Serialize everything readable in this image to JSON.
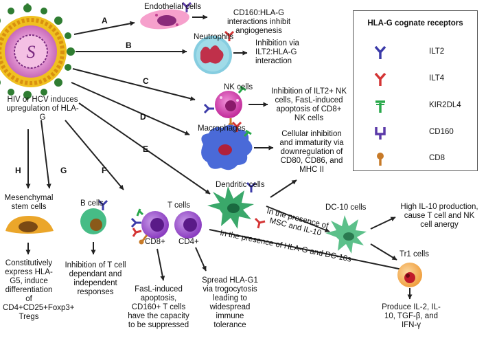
{
  "source": {
    "label": "HIV or HCV induces upregulation of HLA-G",
    "virus_core_letter": "S"
  },
  "pathways": [
    {
      "letter": "A",
      "cell": "Endothelial cells",
      "outcome": "CD160:HLA-G interactions inhibit angiogenesis"
    },
    {
      "letter": "B",
      "cell": "Neutrophils",
      "outcome": "Inhibition via ILT2:HLA-G interaction"
    },
    {
      "letter": "C",
      "cell": "NK cells",
      "outcome": "Inhibition of ILT2+ NK cells, FasL-induced apoptosis of CD8+ NK cells"
    },
    {
      "letter": "D",
      "cell": "Macrophages",
      "outcome": "Cellular inhibition and immaturity via downregulation of CD80, CD86, and MHC II"
    },
    {
      "letter": "E",
      "cell": "Dendritic cells"
    },
    {
      "letter": "F",
      "cell": "T cells",
      "subsets": [
        "CD8+",
        "CD4+"
      ]
    },
    {
      "letter": "G",
      "cell": "B cells",
      "outcome": "Inhibition of T cell dependant and independent responses"
    },
    {
      "letter": "H",
      "cell": "Mesenchymal stem cells",
      "outcome": "Constitutively express HLA-G5, induce differentiation of CD4+CD25+Foxp3+ Tregs"
    }
  ],
  "tcell_outcomes": {
    "cd8": "FasL-induced apoptosis, CD160+ T cells have the capacity to be suppressed",
    "cd4": "Spread HLA-G1 via trogocytosis leading to widespread immune tolerance"
  },
  "dendritic_branch": {
    "condition_dc10": "In the presence of MSC and IL-10",
    "dc10_cell": "DC-10 cells",
    "dc10_outcome": "High IL-10 production, cause T cell and NK cell anergy",
    "condition_tr1": "In the presence of HLA-G and DC-10s",
    "tr1_cell": "Tr1 cells",
    "tr1_outcome": "Produce IL-2, IL-10, TGF-β, and IFN-γ"
  },
  "legend": {
    "title": "HLA-G cognate receptors",
    "items": [
      {
        "label": "ILT2",
        "color": "#3b3aa8",
        "shape": "y-receptor"
      },
      {
        "label": "ILT4",
        "color": "#d43535",
        "shape": "y-receptor"
      },
      {
        "label": "KIR2DL4",
        "color": "#28a84a",
        "shape": "t-receptor"
      },
      {
        "label": "CD160",
        "color": "#5b3aa8",
        "shape": "u-receptor"
      },
      {
        "label": "CD8",
        "color": "#c77a28",
        "shape": "ball-receptor"
      }
    ]
  },
  "colors": {
    "arrow": "#222222",
    "endothelial": "#f08cc0",
    "neutrophil": "#7ec8d8",
    "nk": "#d63aa8",
    "macrophage": "#4466cc",
    "dendritic": "#3aa86a",
    "dc10": "#5cc08a",
    "tr1": "#f0a030",
    "bcell": "#40b880",
    "tcell": "#9a4ec8",
    "msc": "#e8a020",
    "virus": "#e0b020"
  }
}
